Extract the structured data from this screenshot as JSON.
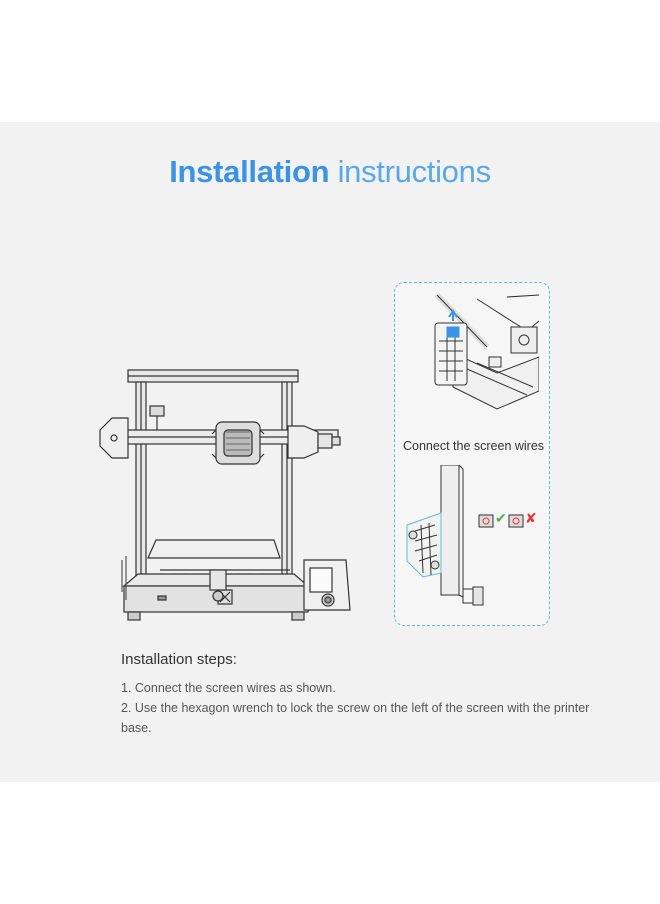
{
  "title": {
    "bold": "Installation",
    "light": "instructions"
  },
  "detail": {
    "caption": "Connect the screen wires"
  },
  "steps": {
    "heading": "Installation steps:",
    "items": [
      "1. Connect the screen wires as shown.",
      "2. Use the hexagon wrench to lock the screw on the left of the screen with the printer base."
    ]
  },
  "icons": [
    "check-icon",
    "cross-icon"
  ],
  "colors": {
    "title": "#3a93e6",
    "accent": "#5fc0c8",
    "check": "#4caf50",
    "cross": "#e53935",
    "arrow": "#3a93e6"
  }
}
